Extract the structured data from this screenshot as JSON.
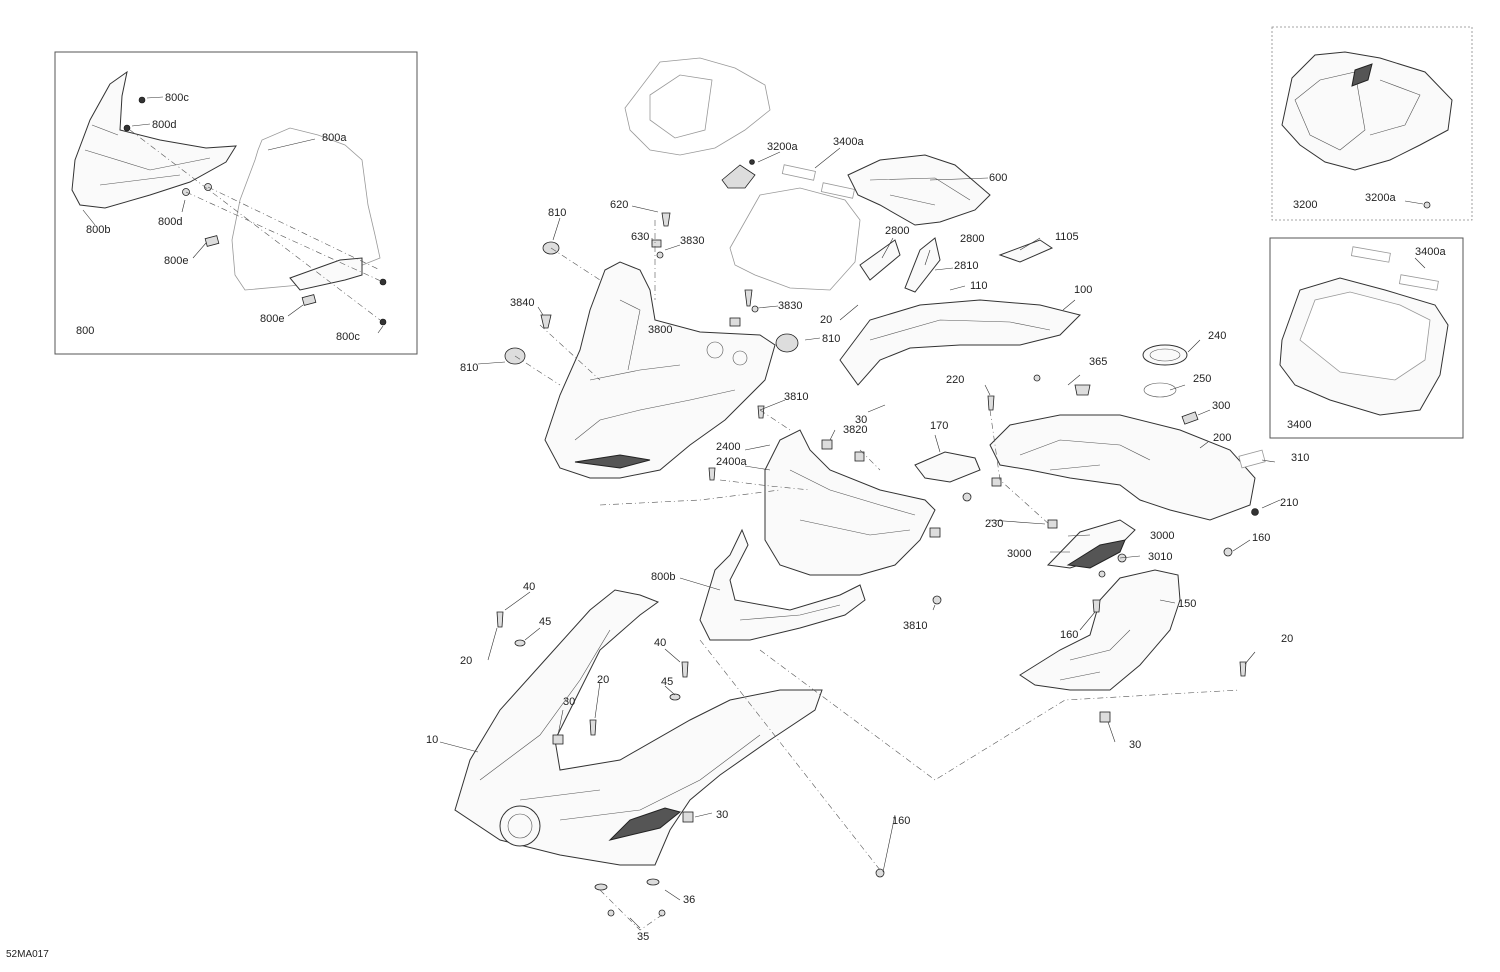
{
  "drawing_code": "52MA017",
  "inset_windshield": {
    "group_label": "800",
    "callouts": [
      "800c",
      "800d",
      "800a",
      "800b",
      "800d",
      "800e",
      "800e",
      "800c"
    ]
  },
  "inset_top": {
    "group_label": "3200",
    "callouts": [
      "3200a"
    ]
  },
  "inset_box": {
    "group_label": "3400",
    "callouts": [
      "3400a"
    ]
  },
  "callouts": {
    "c3200a": "3200a",
    "c3400a": "3400a",
    "c600": "600",
    "c810a": "810",
    "c620": "620",
    "c630": "630",
    "c3830a": "3830",
    "c2800a": "2800",
    "c2800b": "2800",
    "c1105": "1105",
    "c2810": "2810",
    "c110": "110",
    "c3840": "3840",
    "c3830b": "3830",
    "c20a": "20",
    "c100": "100",
    "c3800": "3800",
    "c810b": "810",
    "c810c": "810",
    "c240": "240",
    "c365": "365",
    "c220": "220",
    "c250": "250",
    "c3810a": "3810",
    "c30a": "30",
    "c300": "300",
    "c3820": "3820",
    "c170": "170",
    "c200": "200",
    "c2400": "2400",
    "c2400a": "2400a",
    "c310": "310",
    "c210": "210",
    "c230": "230",
    "c3000a": "3000",
    "c3000b": "3000",
    "c3010": "3010",
    "c160a": "160",
    "c800b": "800b",
    "c150": "150",
    "c3810b": "3810",
    "c160b": "160",
    "c40a": "40",
    "c45a": "45",
    "c20b": "20",
    "c40b": "40",
    "c45b": "45",
    "c20c": "20",
    "c30b": "30",
    "c20d": "20",
    "c30c": "30",
    "c10": "10",
    "c30d": "30",
    "c160c": "160",
    "c36": "36",
    "c35": "35"
  }
}
